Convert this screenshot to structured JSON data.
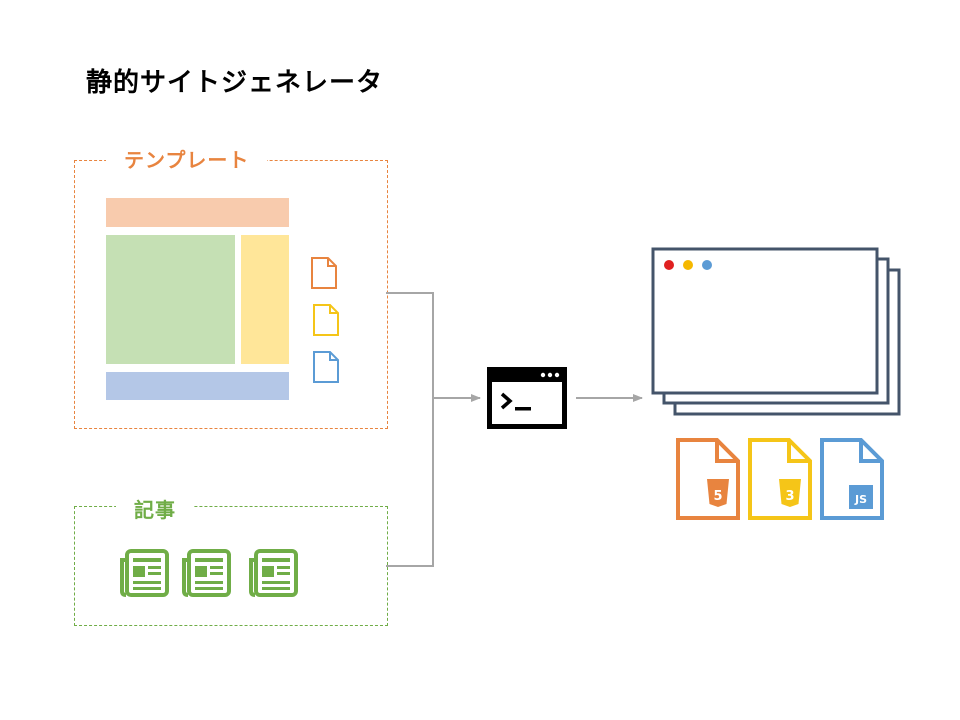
{
  "title": "静的サイトジェネレータ",
  "template_group": {
    "label": "テンプレート",
    "color": "#E8843F",
    "layout_colors": {
      "header": "#F8CBAD",
      "main": "#C5E0B4",
      "side": "#FFE699",
      "footer": "#B4C7E7"
    },
    "file_icons": [
      {
        "name": "html-file-icon",
        "color": "#E8843F"
      },
      {
        "name": "css-file-icon",
        "color": "#F5C518"
      },
      {
        "name": "js-file-icon",
        "color": "#5B9BD5"
      }
    ]
  },
  "article_group": {
    "label": "記事",
    "color": "#70AD47",
    "article_count": 3
  },
  "generator": {
    "icon": "terminal-icon",
    "prompt": ">_"
  },
  "output": {
    "window_dots": [
      "#E02020",
      "#F5B800",
      "#5B9BD5"
    ],
    "frame_color": "#44546A",
    "files": [
      {
        "name": "html5-file-icon",
        "color": "#E8843F",
        "badge": "5"
      },
      {
        "name": "css3-file-icon",
        "color": "#F5C518",
        "badge": "3"
      },
      {
        "name": "javascript-file-icon",
        "color": "#5B9BD5",
        "badge": "JS"
      }
    ]
  },
  "connector_color": "#A6A6A6"
}
